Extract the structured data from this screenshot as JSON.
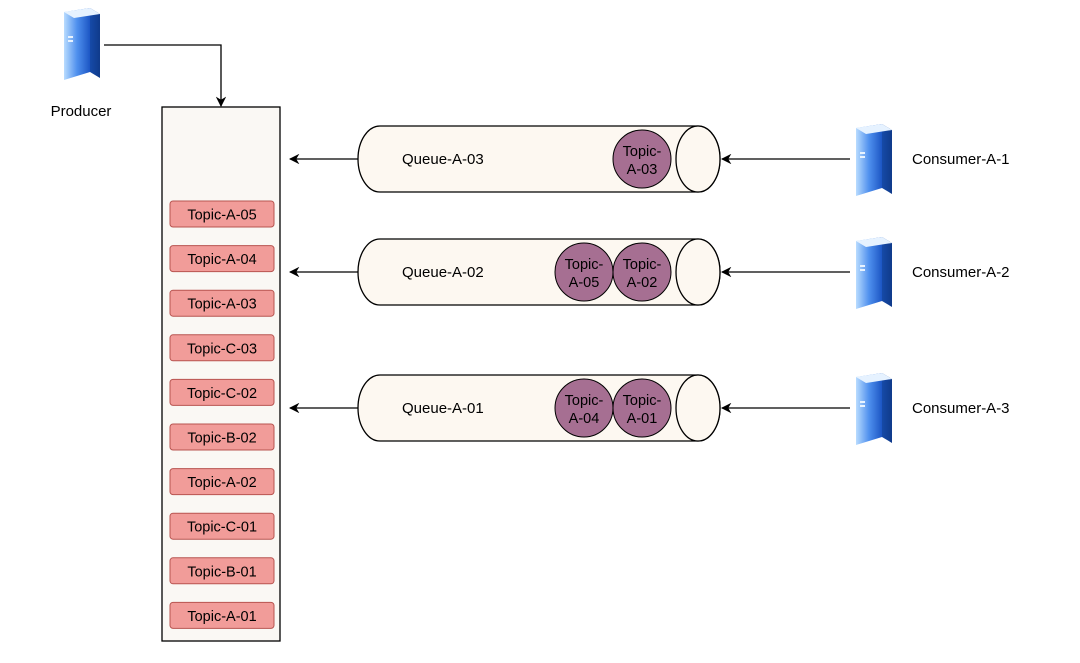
{
  "producer": {
    "label": "Producer"
  },
  "topics": [
    "Topic-A-05",
    "Topic-A-04",
    "Topic-A-03",
    "Topic-C-03",
    "Topic-C-02",
    "Topic-B-02",
    "Topic-A-02",
    "Topic-C-01",
    "Topic-B-01",
    "Topic-A-01"
  ],
  "queues": [
    {
      "label": "Queue-A-03",
      "consumer": "Consumer-A-1",
      "messages": [
        [
          "Topic-",
          "A-03"
        ]
      ]
    },
    {
      "label": "Queue-A-02",
      "consumer": "Consumer-A-2",
      "messages": [
        [
          "Topic-",
          "A-05"
        ],
        [
          "Topic-",
          "A-02"
        ]
      ]
    },
    {
      "label": "Queue-A-01",
      "consumer": "Consumer-A-3",
      "messages": [
        [
          "Topic-",
          "A-04"
        ],
        [
          "Topic-",
          "A-01"
        ]
      ]
    }
  ],
  "colors": {
    "topic_fill": "#f19c99",
    "topic_stroke": "#b85450",
    "message_fill": "#a66f92",
    "queue_fill": "#fdf8f1",
    "container_fill": "#faf8f4",
    "server_blue": "#2f6fd8"
  }
}
